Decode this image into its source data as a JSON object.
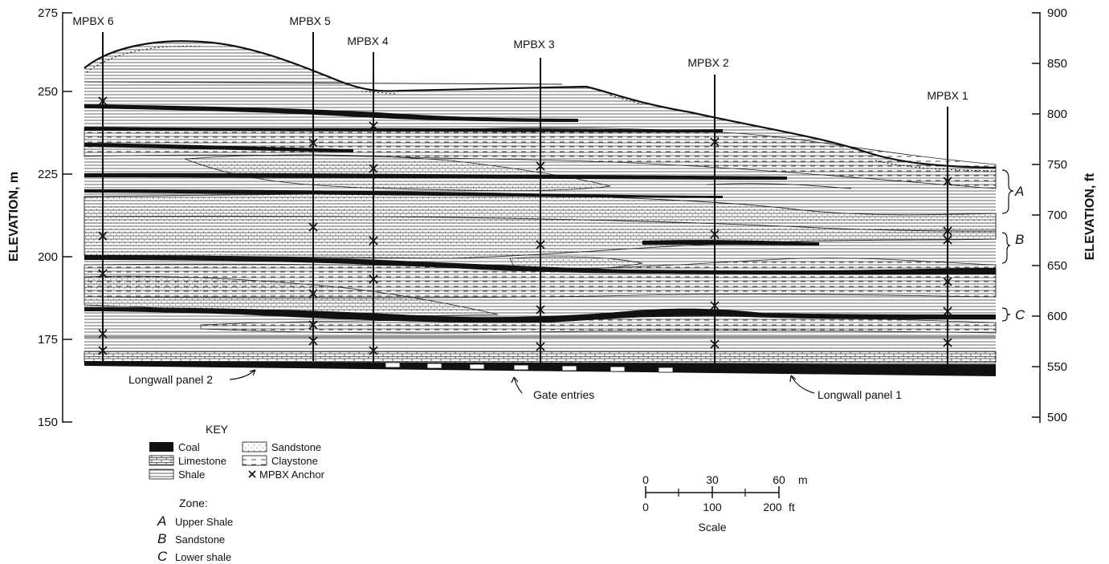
{
  "left_axis": {
    "title": "ELEVATION, m",
    "ticks": [
      "275",
      "250",
      "225",
      "200",
      "175",
      "150"
    ]
  },
  "right_axis": {
    "title": "ELEVATION, ft",
    "ticks": [
      "900",
      "850",
      "800",
      "750",
      "700",
      "650",
      "600",
      "550",
      "500"
    ]
  },
  "boreholes": [
    "MPBX 6",
    "MPBX 5",
    "MPBX 4",
    "MPBX 3",
    "MPBX 2",
    "MPBX 1"
  ],
  "zone_brackets": [
    "A",
    "B",
    "C"
  ],
  "callouts": {
    "longwall_panel_2": "Longwall panel 2",
    "gate_entries": "Gate entries",
    "longwall_panel_1": "Longwall panel 1"
  },
  "key": {
    "title": "KEY",
    "items": [
      "Coal",
      "Limestone",
      "Shale",
      "Sandstone",
      "Claystone",
      "MPBX Anchor"
    ]
  },
  "zones_legend": {
    "title": "Zone:",
    "items": [
      {
        "letter": "A",
        "label": "Upper Shale"
      },
      {
        "letter": "B",
        "label": "Sandstone"
      },
      {
        "letter": "C",
        "label": "Lower shale"
      }
    ]
  },
  "scale": {
    "m_ticks": [
      "0",
      "30",
      "60"
    ],
    "m_unit": "m",
    "ft_ticks": [
      "0",
      "100",
      "200"
    ],
    "ft_unit": "ft",
    "label": "Scale"
  }
}
